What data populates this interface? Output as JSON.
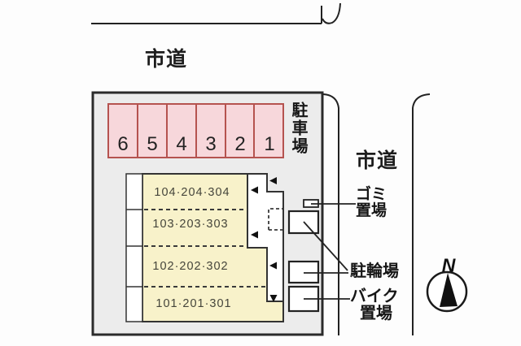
{
  "roads": {
    "top_label": "市道",
    "right_label": "市道"
  },
  "parking": {
    "area_label": "駐車場",
    "stalls": [
      "6",
      "5",
      "4",
      "3",
      "2",
      "1"
    ]
  },
  "building": {
    "units": [
      {
        "label": "104·204·304"
      },
      {
        "label": "103·203·303"
      },
      {
        "label": "102·202·302"
      },
      {
        "label": "101·201·301"
      }
    ]
  },
  "facilities": {
    "garbage": {
      "line1": "ゴミ",
      "line2": "置場"
    },
    "bicycle": {
      "label": "駐輪場"
    },
    "bike": {
      "line1": "バイク",
      "line2": "置場"
    }
  },
  "compass": {
    "north_label": "N"
  },
  "colors": {
    "site_fill": "#ececec",
    "parking_fill": "#f7d7db",
    "parking_border": "#b5534f",
    "building_fill": "#f8f2ca",
    "line": "#222222"
  }
}
